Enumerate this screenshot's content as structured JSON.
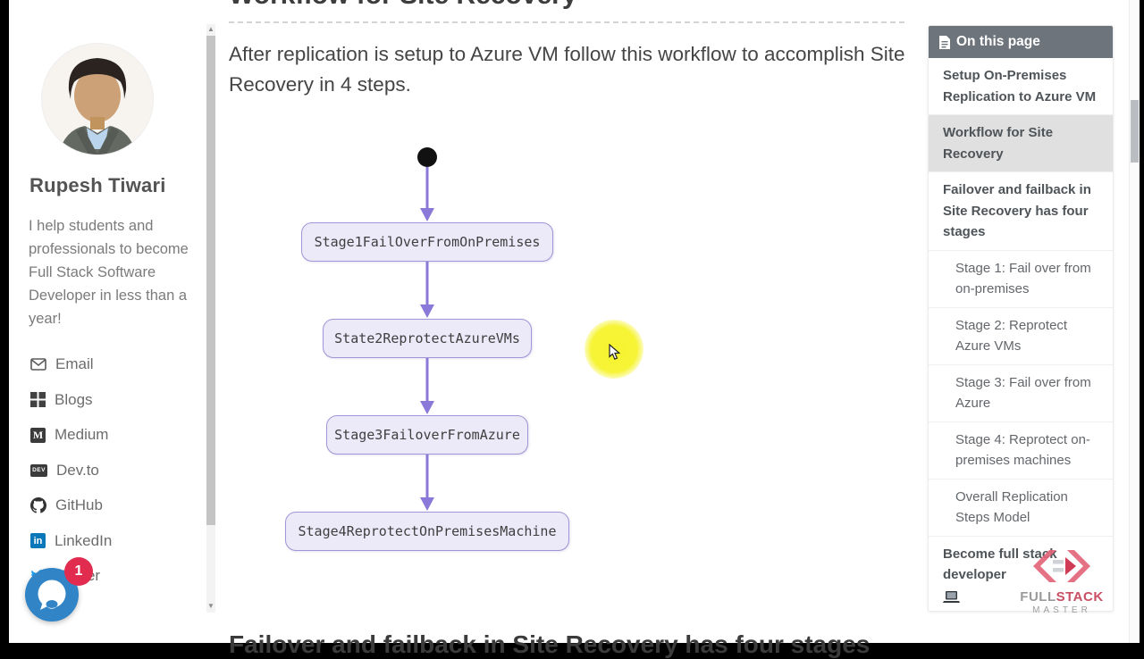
{
  "profile": {
    "name": "Rupesh Tiwari",
    "bio": "I help students and professionals to become Full Stack Software Developer in less than a year!",
    "links": [
      {
        "label": "Email",
        "icon": "email-icon"
      },
      {
        "label": "Blogs",
        "icon": "blogs-icon"
      },
      {
        "label": "Medium",
        "icon": "medium-icon",
        "glyph": "M"
      },
      {
        "label": "Dev.to",
        "icon": "devto-icon",
        "glyph": "DEV"
      },
      {
        "label": "GitHub",
        "icon": "github-icon"
      },
      {
        "label": "LinkedIn",
        "icon": "linkedin-icon",
        "glyph": "in"
      },
      {
        "label": "Twitter",
        "icon": "twitter-icon"
      }
    ]
  },
  "article": {
    "heading": "Workflow for Site Recovery",
    "intro": "After replication is setup to Azure VM follow this workflow to accomplish Site Recovery in 4 steps.",
    "next_heading": "Failover and failback in Site Recovery has four stages"
  },
  "diagram": {
    "type": "flowchart",
    "start_node": "start",
    "steps": [
      {
        "label": "Stage1FailOverFromOnPremises"
      },
      {
        "label": "State2ReprotectAzureVMs"
      },
      {
        "label": "Stage3FailoverFromAzure"
      },
      {
        "label": "Stage4ReprotectOnPremisesMachine"
      }
    ]
  },
  "toc": {
    "header": "On this page",
    "items": [
      {
        "label": "Setup On-Premises Replication to Azure VM",
        "level": 1,
        "active": false
      },
      {
        "label": "Workflow for Site Recovery",
        "level": 1,
        "active": true
      },
      {
        "label": "Failover and failback in Site Recovery has four stages",
        "level": 1,
        "active": false
      },
      {
        "label": "Stage 1: Fail over from on-premises",
        "level": 2,
        "active": false
      },
      {
        "label": "Stage 2: Reprotect Azure VMs",
        "level": 2,
        "active": false
      },
      {
        "label": "Stage 3: Fail over from Azure",
        "level": 2,
        "active": false
      },
      {
        "label": "Stage 4: Reprotect on-premises machines",
        "level": 2,
        "active": false
      },
      {
        "label": "Overall Replication Steps Model",
        "level": 2,
        "active": false
      },
      {
        "label": "Become full stack developer",
        "level": 1,
        "active": false
      }
    ]
  },
  "chat": {
    "badge": "1"
  },
  "brand": {
    "word_gray": "FULL",
    "word_red": "STACK",
    "master": "MASTER"
  },
  "colors": {
    "accent_purple": "#8b79d9",
    "box_fill": "#ece9f9",
    "box_border": "#a294d6",
    "toc_header_bg": "#6d747c",
    "active_item_bg": "#e0e0e0",
    "highlight_yellow": "#f6f32b",
    "chat_blue": "#3184c6",
    "badge_red": "#e22c4f",
    "linkedin_blue": "#0a78b8"
  }
}
